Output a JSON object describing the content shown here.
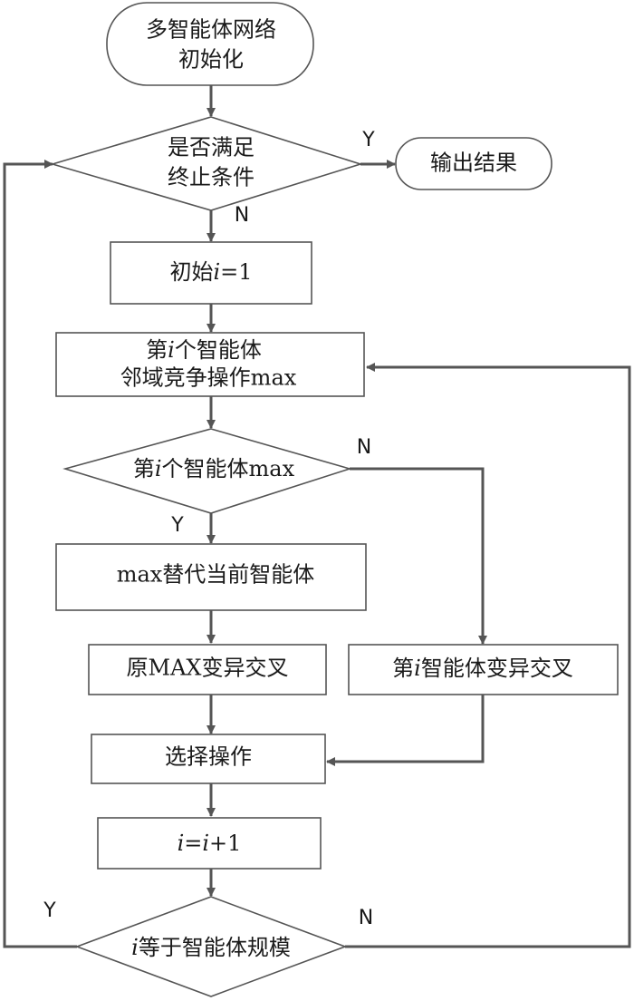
{
  "nodes": {
    "start": {
      "line1": "多智能体网络",
      "line2": "初始化"
    },
    "check_stop": {
      "line1": "是否满足",
      "line2": "终止条件"
    },
    "output": {
      "label": "输出结果"
    },
    "init_i": {
      "pre": "初始",
      "var": "i",
      "post": "=1"
    },
    "neighbor": {
      "line1_pre": "第",
      "line1_var": "i",
      "line1_post": "个智能体",
      "line2": "邻域竞争操作max"
    },
    "check_max": {
      "pre": "第",
      "var": "i",
      "post": "个智能体max"
    },
    "replace": {
      "label": "max替代当前智能体"
    },
    "orig_mut": {
      "label": "原MAX变异交叉"
    },
    "agent_mut": {
      "pre": "第",
      "var": "i",
      "post": "智能体变异交叉"
    },
    "select": {
      "label": "选择操作"
    },
    "increment": {
      "var1": "i",
      "mid": "=",
      "var2": "i",
      "post": "+1"
    },
    "check_size": {
      "var": "i",
      "post": "等于智能体规模"
    }
  },
  "edge_labels": {
    "stop_yes": "Y",
    "stop_no": "N",
    "max_no": "N",
    "max_yes": "Y",
    "size_yes": "Y",
    "size_no": "N"
  }
}
